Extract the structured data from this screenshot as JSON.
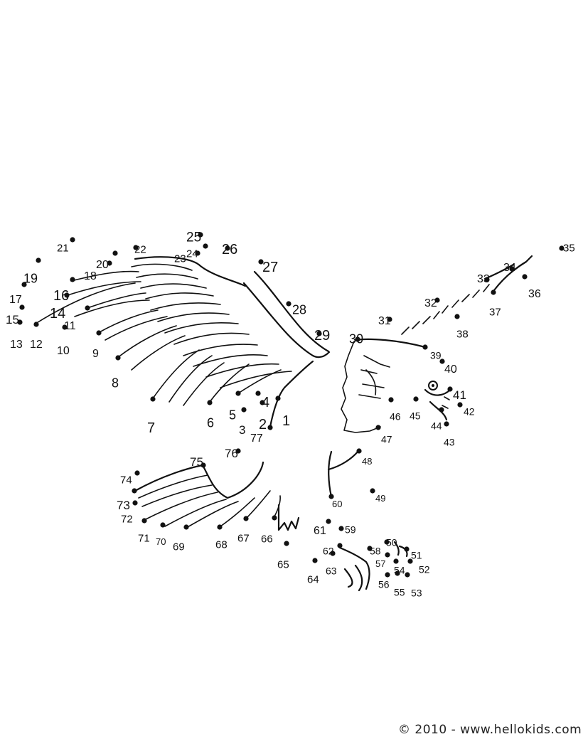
{
  "copyright": "© 2010 - www.hellokids.com",
  "icons": {
    "eagle_outline": "eagle-outline-icon"
  },
  "dots": [
    {
      "n": "1"
    },
    {
      "n": "2"
    },
    {
      "n": "3"
    },
    {
      "n": "4"
    },
    {
      "n": "5"
    },
    {
      "n": "6"
    },
    {
      "n": "7"
    },
    {
      "n": "8"
    },
    {
      "n": "9"
    },
    {
      "n": "10"
    },
    {
      "n": "11"
    },
    {
      "n": "12"
    },
    {
      "n": "13"
    },
    {
      "n": "14"
    },
    {
      "n": "15"
    },
    {
      "n": "16"
    },
    {
      "n": "17"
    },
    {
      "n": "18"
    },
    {
      "n": "19"
    },
    {
      "n": "20"
    },
    {
      "n": "21"
    },
    {
      "n": "22"
    },
    {
      "n": "23"
    },
    {
      "n": "24"
    },
    {
      "n": "25"
    },
    {
      "n": "26"
    },
    {
      "n": "27"
    },
    {
      "n": "28"
    },
    {
      "n": "29"
    },
    {
      "n": "30"
    },
    {
      "n": "31"
    },
    {
      "n": "32"
    },
    {
      "n": "33"
    },
    {
      "n": "34"
    },
    {
      "n": "35"
    },
    {
      "n": "36"
    },
    {
      "n": "37"
    },
    {
      "n": "38"
    },
    {
      "n": "39"
    },
    {
      "n": "40"
    },
    {
      "n": "41"
    },
    {
      "n": "42"
    },
    {
      "n": "43"
    },
    {
      "n": "44"
    },
    {
      "n": "45"
    },
    {
      "n": "46"
    },
    {
      "n": "47"
    },
    {
      "n": "48"
    },
    {
      "n": "49"
    },
    {
      "n": "50"
    },
    {
      "n": "51"
    },
    {
      "n": "52"
    },
    {
      "n": "53"
    },
    {
      "n": "54"
    },
    {
      "n": "55"
    },
    {
      "n": "56"
    },
    {
      "n": "57"
    },
    {
      "n": "58"
    },
    {
      "n": "59"
    },
    {
      "n": "60"
    },
    {
      "n": "61"
    },
    {
      "n": "62"
    },
    {
      "n": "63"
    },
    {
      "n": "64"
    },
    {
      "n": "65"
    },
    {
      "n": "66"
    },
    {
      "n": "67"
    },
    {
      "n": "68"
    },
    {
      "n": "69"
    },
    {
      "n": "70"
    },
    {
      "n": "71"
    },
    {
      "n": "72"
    },
    {
      "n": "73"
    },
    {
      "n": "74"
    },
    {
      "n": "75"
    },
    {
      "n": "76"
    },
    {
      "n": "77"
    }
  ]
}
